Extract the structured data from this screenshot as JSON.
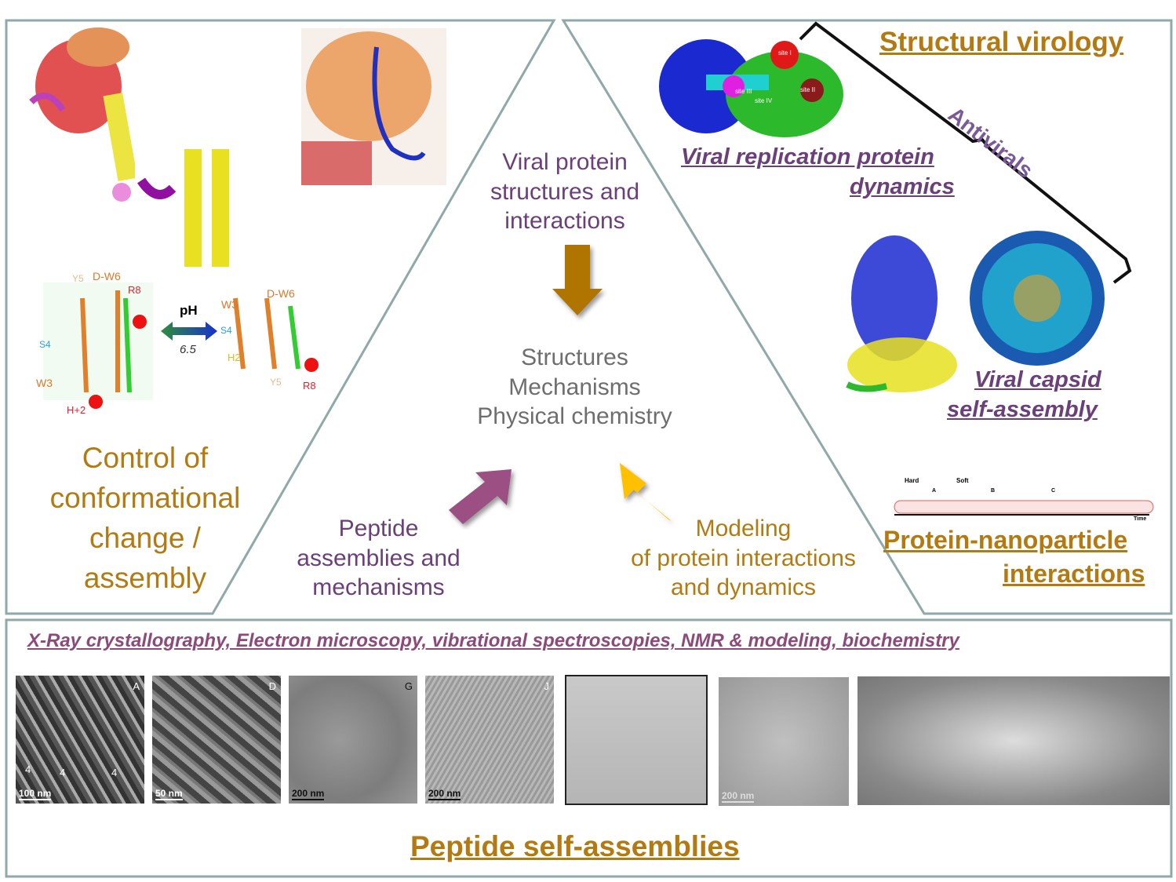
{
  "colors": {
    "frame": "#8fa9a9",
    "brown_text": "#b47a12",
    "purple_text": "#6b3f7a",
    "gray_text": "#6e6e6e",
    "arrow_down": "#b07400",
    "arrow_purple": "#9b5082",
    "arrow_yellow": "#ffc000"
  },
  "center": {
    "top": [
      "Viral protein",
      "structures and",
      "interactions"
    ],
    "middle": [
      "Structures",
      "Mechanisms",
      "Physical chemistry"
    ],
    "bottom_left": [
      "Peptide",
      "assemblies and",
      "mechanisms"
    ],
    "bottom_right": [
      "Modeling",
      "of protein interactions",
      "and dynamics"
    ]
  },
  "left_panel": {
    "title": [
      "Control of",
      "conformational",
      "change /",
      "assembly"
    ],
    "ph_label": "pH",
    "ph_value": "6.5",
    "residues_left": [
      "Y5",
      "D-W6",
      "R8",
      "S4",
      "W3",
      "H+2"
    ],
    "residues_right": [
      "W3",
      "D-W6",
      "S4",
      "H2",
      "Y5",
      "R8"
    ]
  },
  "right_panel": {
    "title": "Structural virology",
    "antivirals": "Antivirals",
    "replication": [
      "Viral replication protein",
      "dynamics"
    ],
    "sites": [
      "site I",
      "site II",
      "site III",
      "site IV"
    ],
    "capsid": [
      "Viral capsid",
      "self-assembly"
    ],
    "nanoparticle_labels": [
      "Hard",
      "Soft",
      "A",
      "B",
      "C",
      "Time"
    ],
    "nanoparticle_title": [
      "Protein-nanoparticle",
      "interactions"
    ]
  },
  "bottom_panel": {
    "techniques": "X-Ray crystallography, Electron microscopy, vibrational spectroscopies, NMR & modeling, biochemistry",
    "title": "Peptide self-assemblies",
    "micrographs": [
      {
        "letter": "A",
        "scale": "100 nm",
        "marks": [
          "4",
          "4",
          "4"
        ]
      },
      {
        "letter": "D",
        "scale": "50 nm"
      },
      {
        "letter": "G",
        "scale": "200 nm"
      },
      {
        "letter": "J",
        "scale": "200 nm"
      },
      {
        "letter": "",
        "scale": ""
      },
      {
        "letter": "",
        "scale": "200 nm"
      },
      {
        "letter": "",
        "scale": ""
      }
    ]
  }
}
